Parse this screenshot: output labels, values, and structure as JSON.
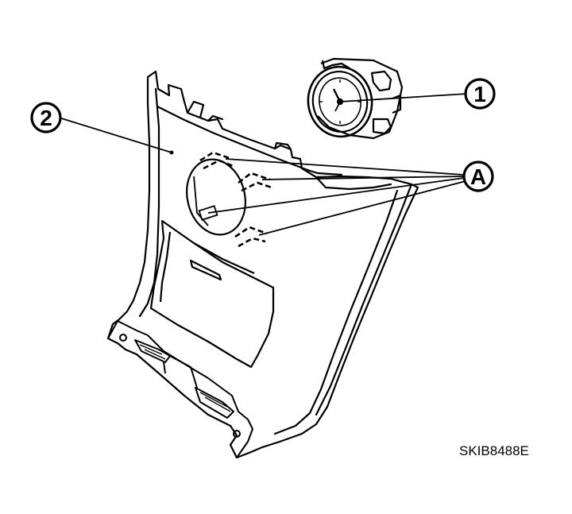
{
  "callouts": {
    "clock": "1",
    "panel": "2",
    "clips": "A"
  },
  "figure_code": "SKIB8488E",
  "colors": {
    "line": "#000000",
    "background": "#ffffff"
  }
}
